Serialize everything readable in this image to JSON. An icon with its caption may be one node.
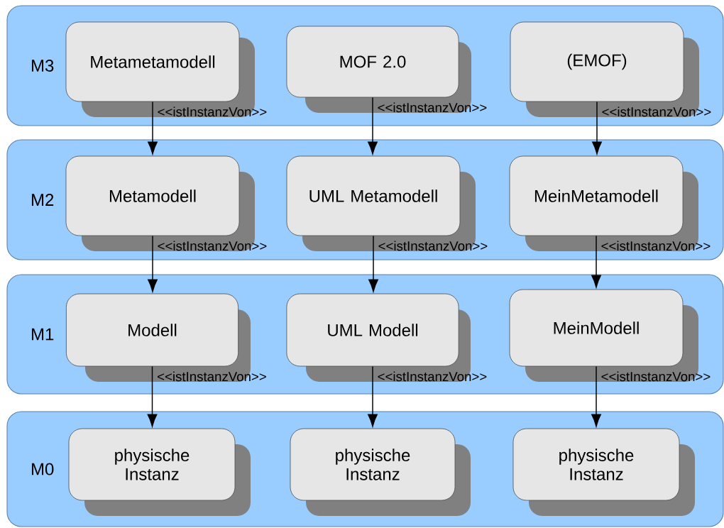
{
  "diagram": {
    "nodes": [
      {
        "text": [
          "M3"
        ]
      },
      {
        "text": [
          "Metametamodell"
        ],
        "in": 0
      },
      {
        "text": [
          "MOF 2.0"
        ],
        "in": 0
      },
      {
        "text": [
          "(EMOF)"
        ],
        "in": 0
      },
      {
        "text": [
          "M2"
        ]
      },
      {
        "text": [
          "Metamodell"
        ],
        "in": 4
      },
      {
        "text": [
          "UML Metamodell"
        ],
        "in": 4
      },
      {
        "text": [
          "MeinMetamodell"
        ],
        "in": 4
      },
      {
        "text": [
          "M1"
        ]
      },
      {
        "text": [
          "Modell"
        ],
        "in": 8
      },
      {
        "text": [
          "UML Modell"
        ],
        "in": 8
      },
      {
        "text": [
          "MeinModell"
        ],
        "in": 8
      },
      {
        "text": [
          "M0"
        ]
      },
      {
        "text": [
          "physische Instanz"
        ],
        "in": 12
      },
      {
        "text": [
          "physische Instanz"
        ],
        "in": 12
      },
      {
        "text": [
          "physische Instanz"
        ],
        "in": 12
      }
    ],
    "edges": [
      {
        "from": 1,
        "to": 5,
        "arrow": "to",
        "label": "<<istInstanzVon>>"
      },
      {
        "from": 2,
        "to": 6,
        "arrow": "to",
        "label": "<<istInstanzVon>>"
      },
      {
        "from": 3,
        "to": 7,
        "arrow": "to",
        "label": "<<istInstanzVon>>"
      },
      {
        "from": 5,
        "to": 9,
        "arrow": "to",
        "label": "<<istInstanzVon>>"
      },
      {
        "from": 6,
        "to": 10,
        "arrow": "to",
        "label": "<<istInstanzVon>>"
      },
      {
        "from": 7,
        "to": 11,
        "arrow": "to",
        "label": "<<istInstanzVon>>"
      },
      {
        "from": 9,
        "to": 13,
        "arrow": "to",
        "label": "<<istInstanzVon>>"
      },
      {
        "from": 10,
        "to": 14,
        "arrow": "to",
        "label": "<<istInstanzVon>>"
      },
      {
        "from": 11,
        "to": 15,
        "arrow": "to",
        "label": "<<istInstanzVon>>"
      }
    ]
  }
}
